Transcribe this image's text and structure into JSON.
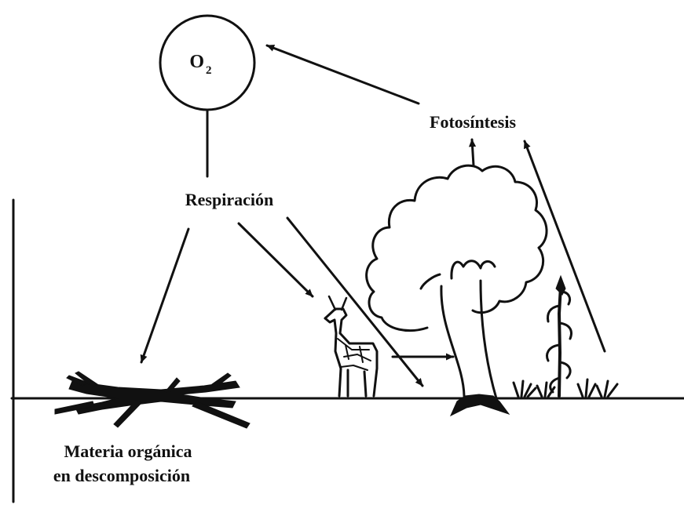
{
  "diagram": {
    "labels": {
      "oxygen": "O",
      "oxygen_sub": "2",
      "respiration": "Respiración",
      "photosynthesis": "Fotosíntesis",
      "organic_matter_line1": "Materia orgánica",
      "organic_matter_line2": "en descomposición"
    },
    "icons": {
      "deer": "deer-icon",
      "tree": "tree-icon",
      "corn": "corn-plant-icon",
      "grass": "grass-icon",
      "decaying_matter": "decaying-logs-icon"
    },
    "colors": {
      "ink": "#111111",
      "background": "#ffffff"
    }
  }
}
